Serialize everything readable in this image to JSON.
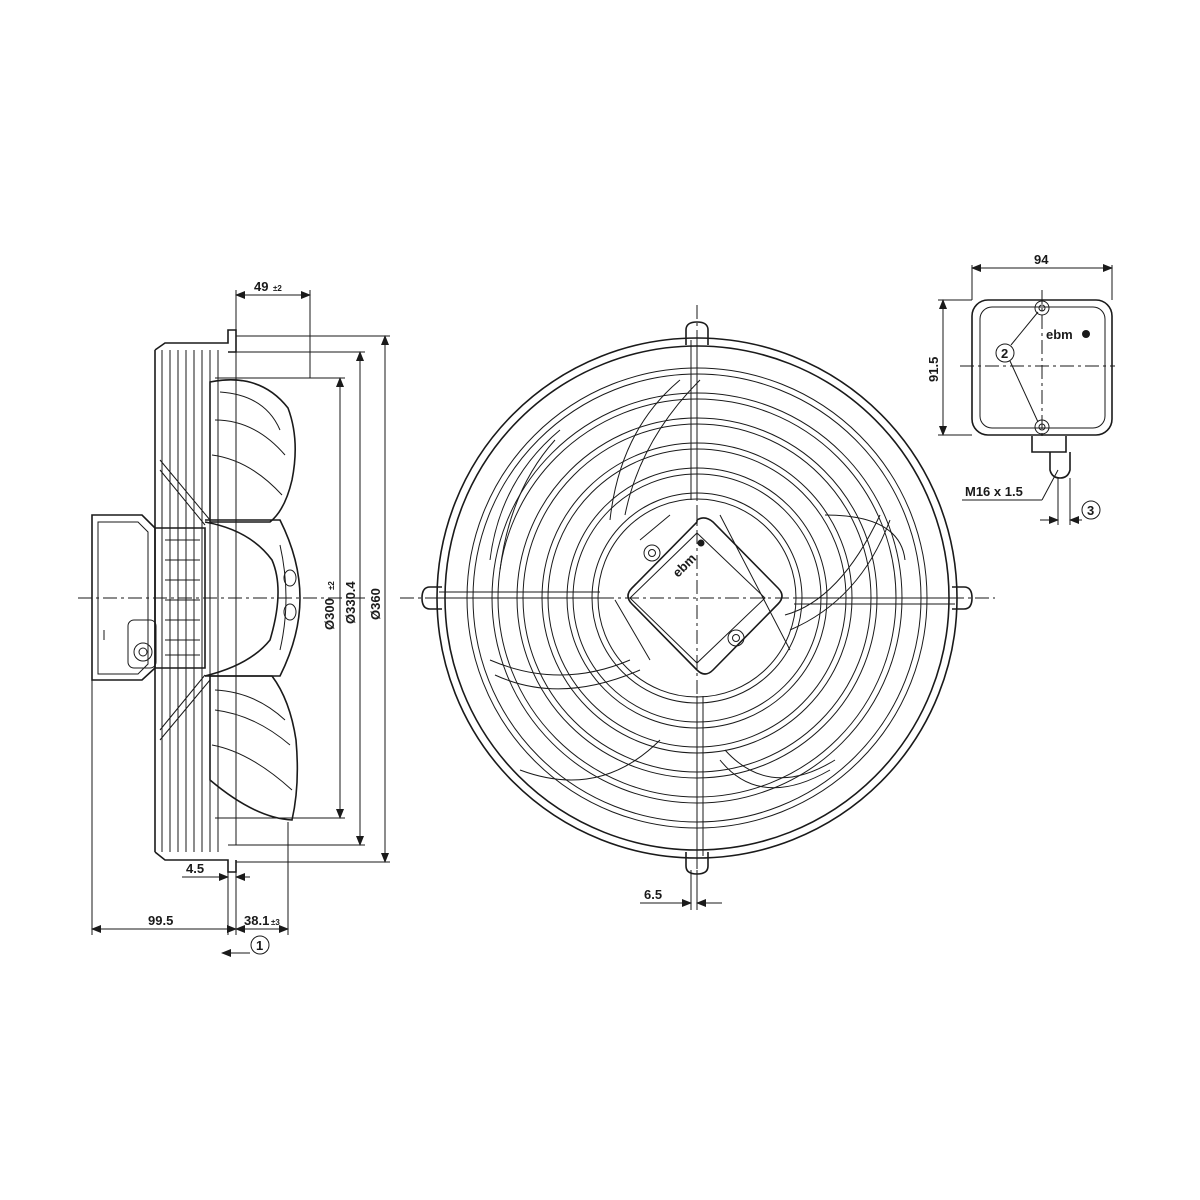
{
  "dimensions": {
    "d49": "49",
    "d49_tol": "±2",
    "d300": "Ø300",
    "d300_tol": "±2",
    "d330": "Ø330.4",
    "d360": "Ø360",
    "d4_5": "4.5",
    "d99_5": "99.5",
    "d38_1": "38.1",
    "d38_1_tol": "±3",
    "d6_5": "6.5",
    "d94": "94",
    "d91_5": "91.5",
    "thread": "M16 x 1.5"
  },
  "callouts": {
    "c1": "1",
    "c2": "2",
    "c3": "3"
  },
  "brand": {
    "logo_text": "ebm"
  }
}
